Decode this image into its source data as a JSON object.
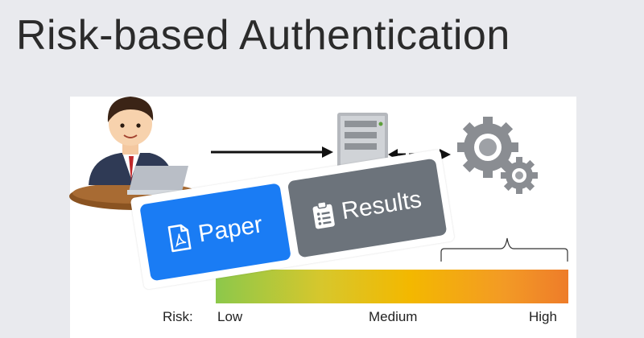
{
  "title": "Risk-based Authentication",
  "risk": {
    "prefix": "Risk:",
    "low": "Low",
    "medium": "Medium",
    "high": "High",
    "gradient_colors": [
      "#8cc84b",
      "#d7c72c",
      "#f3b800",
      "#f39a25",
      "#ee7c2a"
    ]
  },
  "buttons": {
    "paper_label": "Paper",
    "results_label": "Results",
    "paper_color": "#1a7cf4",
    "results_color": "#6c737b",
    "paper_icon": "pdf-file-icon",
    "results_icon": "clipboard-list-icon"
  },
  "scene": {
    "icons": [
      "user-at-laptop-icon",
      "server-icon",
      "gears-icon",
      "bracket-icon"
    ]
  }
}
